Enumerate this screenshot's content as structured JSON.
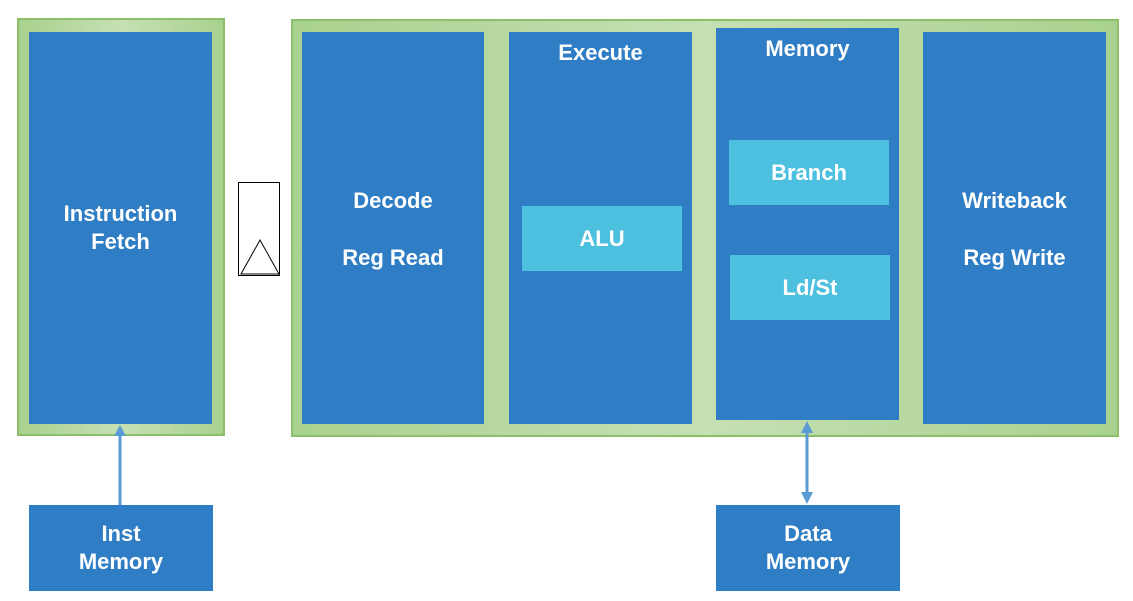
{
  "fetch": {
    "title_line1": "Instruction",
    "title_line2": "Fetch"
  },
  "stages": {
    "decode": {
      "line1": "Decode",
      "line2": "Reg Read"
    },
    "execute": {
      "title": "Execute",
      "unit": "ALU"
    },
    "memory": {
      "title": "Memory",
      "unit1": "Branch",
      "unit2": "Ld/St"
    },
    "writeback": {
      "line1": "Writeback",
      "line2": "Reg Write"
    }
  },
  "inst_memory": {
    "line1": "Inst",
    "line2": "Memory"
  },
  "data_memory": {
    "line1": "Data",
    "line2": "Memory"
  },
  "colors": {
    "stage_blue": "#2f7ec5",
    "unit_cyan": "#4dc0e0",
    "panel_green": "#a9d18e",
    "arrow": "#5b9bd5"
  }
}
